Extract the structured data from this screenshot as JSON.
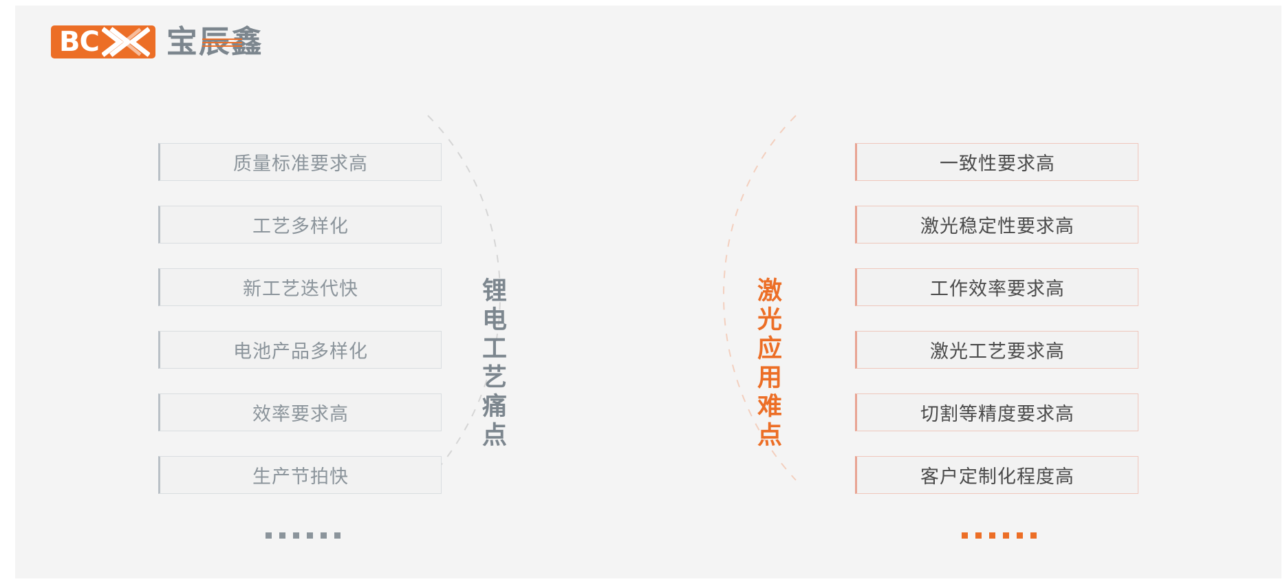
{
  "brand": {
    "mark_text": "BC",
    "chevron_icon": "double-chevron-icon",
    "chinese_name": "宝辰鑫",
    "accent_color": "#ec6e26",
    "gray_color": "#7c868e"
  },
  "left_column": {
    "vertical_label": "锂电工艺痛点",
    "label_color": "#7c868e",
    "arc_color": "#d5d5d5",
    "ellipsis": "......",
    "items": [
      {
        "label": "质量标准要求高"
      },
      {
        "label": "工艺多样化"
      },
      {
        "label": "新工艺迭代快"
      },
      {
        "label": "电池产品多样化"
      },
      {
        "label": "效率要求高"
      },
      {
        "label": "生产节拍快"
      }
    ]
  },
  "right_column": {
    "vertical_label": "激光应用难点",
    "label_color": "#ec6e26",
    "arc_color": "#f3d0c0",
    "ellipsis": "......",
    "items": [
      {
        "label": "一致性要求高"
      },
      {
        "label": "激光稳定性要求高"
      },
      {
        "label": "工作效率要求高"
      },
      {
        "label": "激光工艺要求高"
      },
      {
        "label": "切割等精度要求高"
      },
      {
        "label": "客户定制化程度高"
      }
    ]
  }
}
